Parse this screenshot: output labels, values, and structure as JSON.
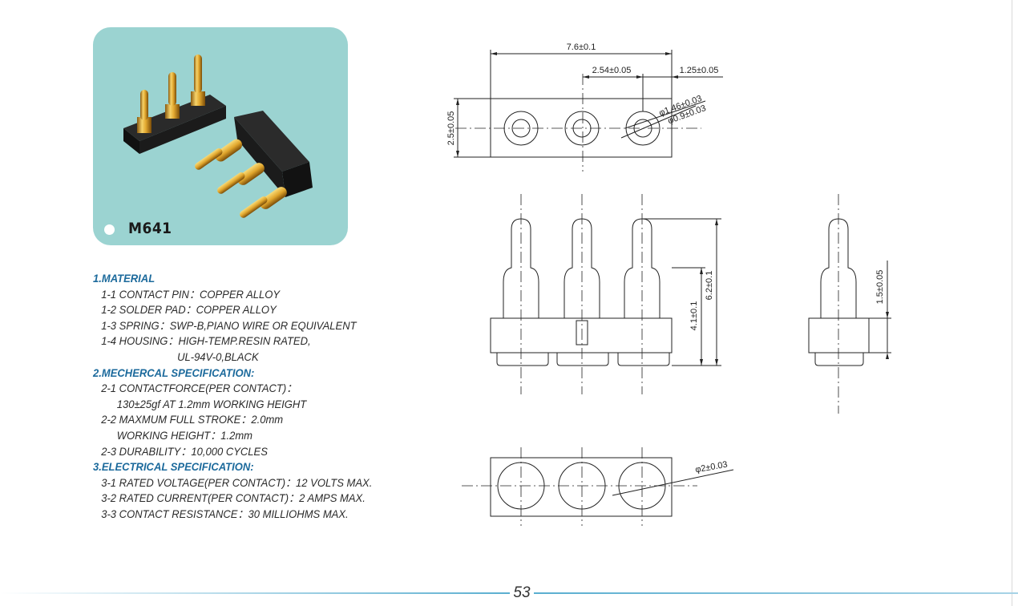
{
  "product": {
    "model": "M641"
  },
  "specs": [
    {
      "type": "heading",
      "text": "1.MATERIAL"
    },
    {
      "type": "line",
      "indent": 0,
      "text": "1-1 CONTACT PIN：COPPER ALLOY"
    },
    {
      "type": "line",
      "indent": 0,
      "text": "1-2 SOLDER PAD：COPPER ALLOY"
    },
    {
      "type": "line",
      "indent": 0,
      "text": "1-3 SPRING：SWP-B,PIANO WIRE OR EQUIVALENT"
    },
    {
      "type": "line",
      "indent": 0,
      "text": "1-4 HOUSING：HIGH-TEMP.RESIN RATED,"
    },
    {
      "type": "line",
      "indent": 2,
      "text": "UL-94V-0,BLACK"
    },
    {
      "type": "heading",
      "text": "2.MECHERCAL SPECIFICATION:"
    },
    {
      "type": "line",
      "indent": 0,
      "text": "2-1 CONTACTFORCE(PER CONTACT)："
    },
    {
      "type": "line",
      "indent": 1,
      "text": "130±25gf AT 1.2mm WORKING HEIGHT"
    },
    {
      "type": "line",
      "indent": 0,
      "text": "2-2 MAXMUM FULL STROKE：2.0mm"
    },
    {
      "type": "line",
      "indent": 1,
      "text": "WORKING HEIGHT：1.2mm"
    },
    {
      "type": "line",
      "indent": 0,
      "text": "2-3 DURABILITY：10,000 CYCLES"
    },
    {
      "type": "heading",
      "text": "3.ELECTRICAL SPECIFICATION:"
    },
    {
      "type": "line",
      "indent": 0,
      "text": "3-1 RATED VOLTAGE(PER CONTACT)：12 VOLTS MAX."
    },
    {
      "type": "line",
      "indent": 0,
      "text": "3-2 RATED CURRENT(PER CONTACT)：2 AMPS MAX."
    },
    {
      "type": "line",
      "indent": 0,
      "text": "3-3 CONTACT RESISTANCE：30 MILLIOHMS MAX."
    }
  ],
  "dimensions": {
    "total_length": "7.6±0.1",
    "pitch": "2.54±0.05",
    "edge_offset": "1.25±0.05",
    "width": "2.5±0.05",
    "pin_outer_dia": "φ1.46±0.03",
    "pin_inner_dia": "φ0.9±0.03",
    "working_height": "4.1±0.1",
    "total_height": "6.2±0.1",
    "housing_height": "1.5±0.05",
    "pad_dia": "φ2±0.03"
  },
  "page_number": "53",
  "colors": {
    "card_bg": "#9bd3d1",
    "heading": "#1c6a9c",
    "footer_line": "#5aaed0"
  }
}
